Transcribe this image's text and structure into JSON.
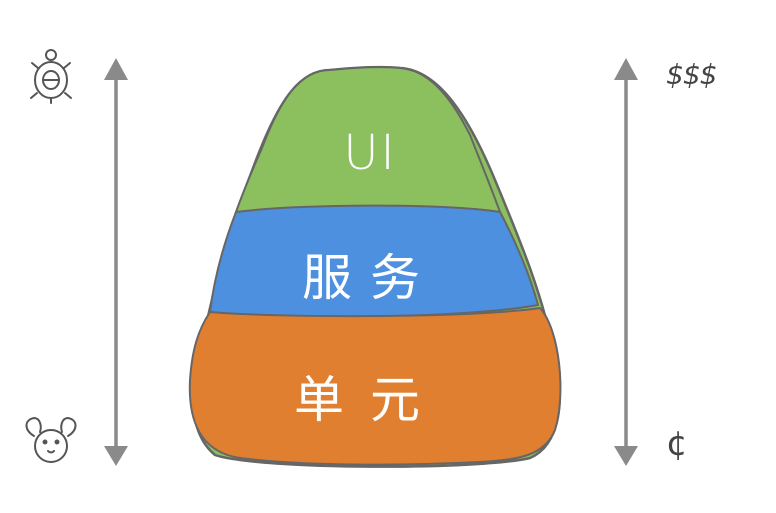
{
  "pyramid": {
    "layers": [
      {
        "id": "ui",
        "label": "UI",
        "color": "#8cc05f"
      },
      {
        "id": "service",
        "label": "服务",
        "color": "#4d90df"
      },
      {
        "id": "unit",
        "label": "单元",
        "color": "#e07f30"
      }
    ]
  },
  "left_axis": {
    "top_icon": "turtle-icon",
    "bottom_icon": "rabbit-icon",
    "arrow_color": "#8a8a8a"
  },
  "right_axis": {
    "top_label": "$$$",
    "bottom_label": "¢",
    "arrow_color": "#8a8a8a"
  },
  "outline_color": "#666666"
}
